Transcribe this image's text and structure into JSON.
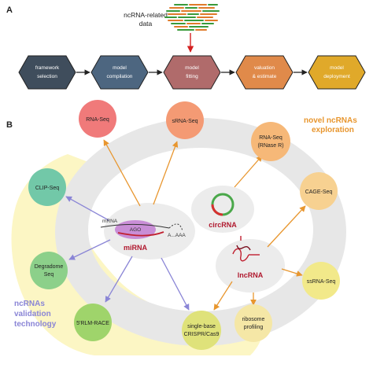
{
  "panels": {
    "a": "A",
    "b": "B"
  },
  "panel_a": {
    "data_label_line1": "ncRNA-related",
    "data_label_line2": "data",
    "steps": [
      {
        "line1": "framework",
        "line2": "selection",
        "color": "#3f4d5c"
      },
      {
        "line1": "model",
        "line2": "compilation",
        "color": "#4d6680"
      },
      {
        "line1": "model",
        "line2": "fitting",
        "color": "#b06b6b"
      },
      {
        "line1": "valuation",
        "line2": "& estimate",
        "color": "#e08a4a"
      },
      {
        "line1": "model",
        "line2": "deployment",
        "color": "#e0a92a"
      }
    ],
    "data_line_colors": [
      "#e07b2a",
      "#3a9a3a"
    ]
  },
  "panel_b": {
    "novel_line1": "novel ncRNAs",
    "novel_line2": "exploration",
    "validation_line1": "ncRNAs",
    "validation_line2": "validation",
    "validation_line3": "technology",
    "mirna": {
      "label": "miRNA",
      "mrna": "mRNA",
      "ago": "AGO",
      "polya": "A...AAA"
    },
    "circrna": {
      "label": "circRNA"
    },
    "lncrna": {
      "label": "lncRNA"
    },
    "techs": {
      "rnaseq": "RNA-Seq",
      "srnaseq": "sRNA-Seq",
      "rnaseq_rnaser_1": "RNA-Seq",
      "rnaseq_rnaser_2": "(RNase R)",
      "cageseq": "CAGE-Seq",
      "ssrnaseq": "ssRNA-Seq",
      "ribo_1": "ribosome",
      "ribo_2": "profiling",
      "singlebase_1": "single-base",
      "singlebase_2": "CRISPR/Cas9",
      "rlmrace": "5'RLM-RACE",
      "degradome_1": "Degradome",
      "degradome_2": "Seq",
      "clipseq": "CLIP-Seq"
    },
    "colors": {
      "novel": "#e8962e",
      "validation": "#8a85d6",
      "mirna": "#b0182e",
      "lncrna": "#b0182e"
    }
  }
}
